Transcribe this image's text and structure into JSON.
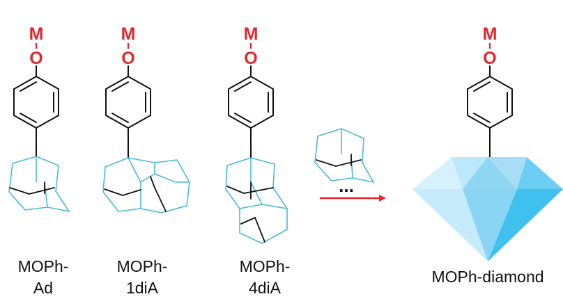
{
  "colors": {
    "heteroatom": "#e3262c",
    "cage": "#48b9d8",
    "bond": "#111111",
    "arrow": "#e3262c",
    "diamond_light": "#d6f1fc",
    "diamond_mid": "#8fd6f3",
    "diamond_dark": "#3fc0ef"
  },
  "atoms": {
    "metal": "M",
    "oxygen": "O"
  },
  "molecules": [
    {
      "caption_line1": "MOPh-",
      "caption_line2": "Ad"
    },
    {
      "caption_line1": "MOPh-",
      "caption_line2": "1diA"
    },
    {
      "caption_line1": "MOPh-",
      "caption_line2": "4diA"
    }
  ],
  "reaction": {
    "dots": "..."
  },
  "product": {
    "caption": "MOPh-diamond"
  }
}
